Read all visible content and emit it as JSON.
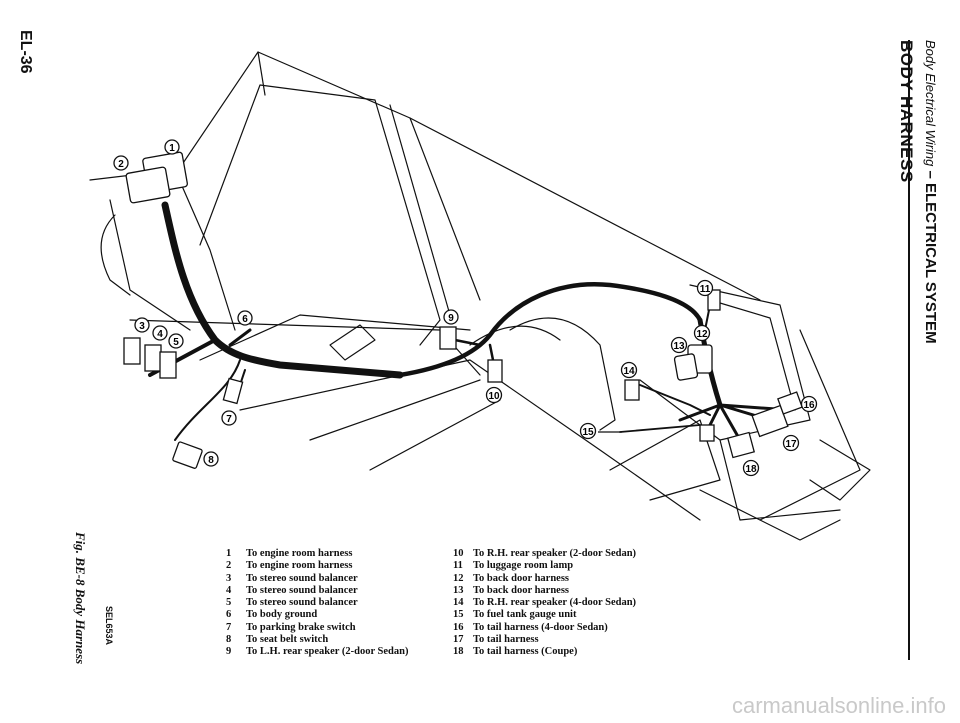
{
  "page_number": "EL-36",
  "header": {
    "section_italic": "Body Electrical Wiring",
    "section_rest": " – ELECTRICAL SYSTEM",
    "title": "BODY HARNESS"
  },
  "figure": {
    "caption": "Fig. BE-8  Body Harness",
    "code": "SEL653A"
  },
  "legend": [
    {
      "num": "1",
      "text": "To engine room harness"
    },
    {
      "num": "2",
      "text": "To engine room harness"
    },
    {
      "num": "3",
      "text": "To stereo sound balancer"
    },
    {
      "num": "4",
      "text": "To stereo sound balancer"
    },
    {
      "num": "5",
      "text": "To stereo sound balancer"
    },
    {
      "num": "6",
      "text": "To body ground"
    },
    {
      "num": "7",
      "text": "To parking brake switch"
    },
    {
      "num": "8",
      "text": "To seat belt switch"
    },
    {
      "num": "9",
      "text": "To L.H. rear speaker (2-door Sedan)"
    },
    {
      "num": "10",
      "text": "To R.H. rear speaker (2-door Sedan)"
    },
    {
      "num": "11",
      "text": "To luggage room lamp"
    },
    {
      "num": "12",
      "text": "To back door harness"
    },
    {
      "num": "13",
      "text": "To back door harness"
    },
    {
      "num": "14",
      "text": "To R.H. rear speaker (4-door Sedan)"
    },
    {
      "num": "15",
      "text": "To fuel tank gauge unit"
    },
    {
      "num": "16",
      "text": "To tail harness (4-door Sedan)"
    },
    {
      "num": "17",
      "text": "To tail harness"
    },
    {
      "num": "18",
      "text": "To tail harness (Coupe)"
    }
  ],
  "callouts": [
    "1",
    "2",
    "3",
    "4",
    "5",
    "6",
    "7",
    "8",
    "9",
    "10",
    "11",
    "12",
    "13",
    "14",
    "15",
    "16",
    "17",
    "18"
  ],
  "watermark": "carmanualsonline.info",
  "colors": {
    "ink": "#111111",
    "watermark": "#c9c9c9"
  }
}
